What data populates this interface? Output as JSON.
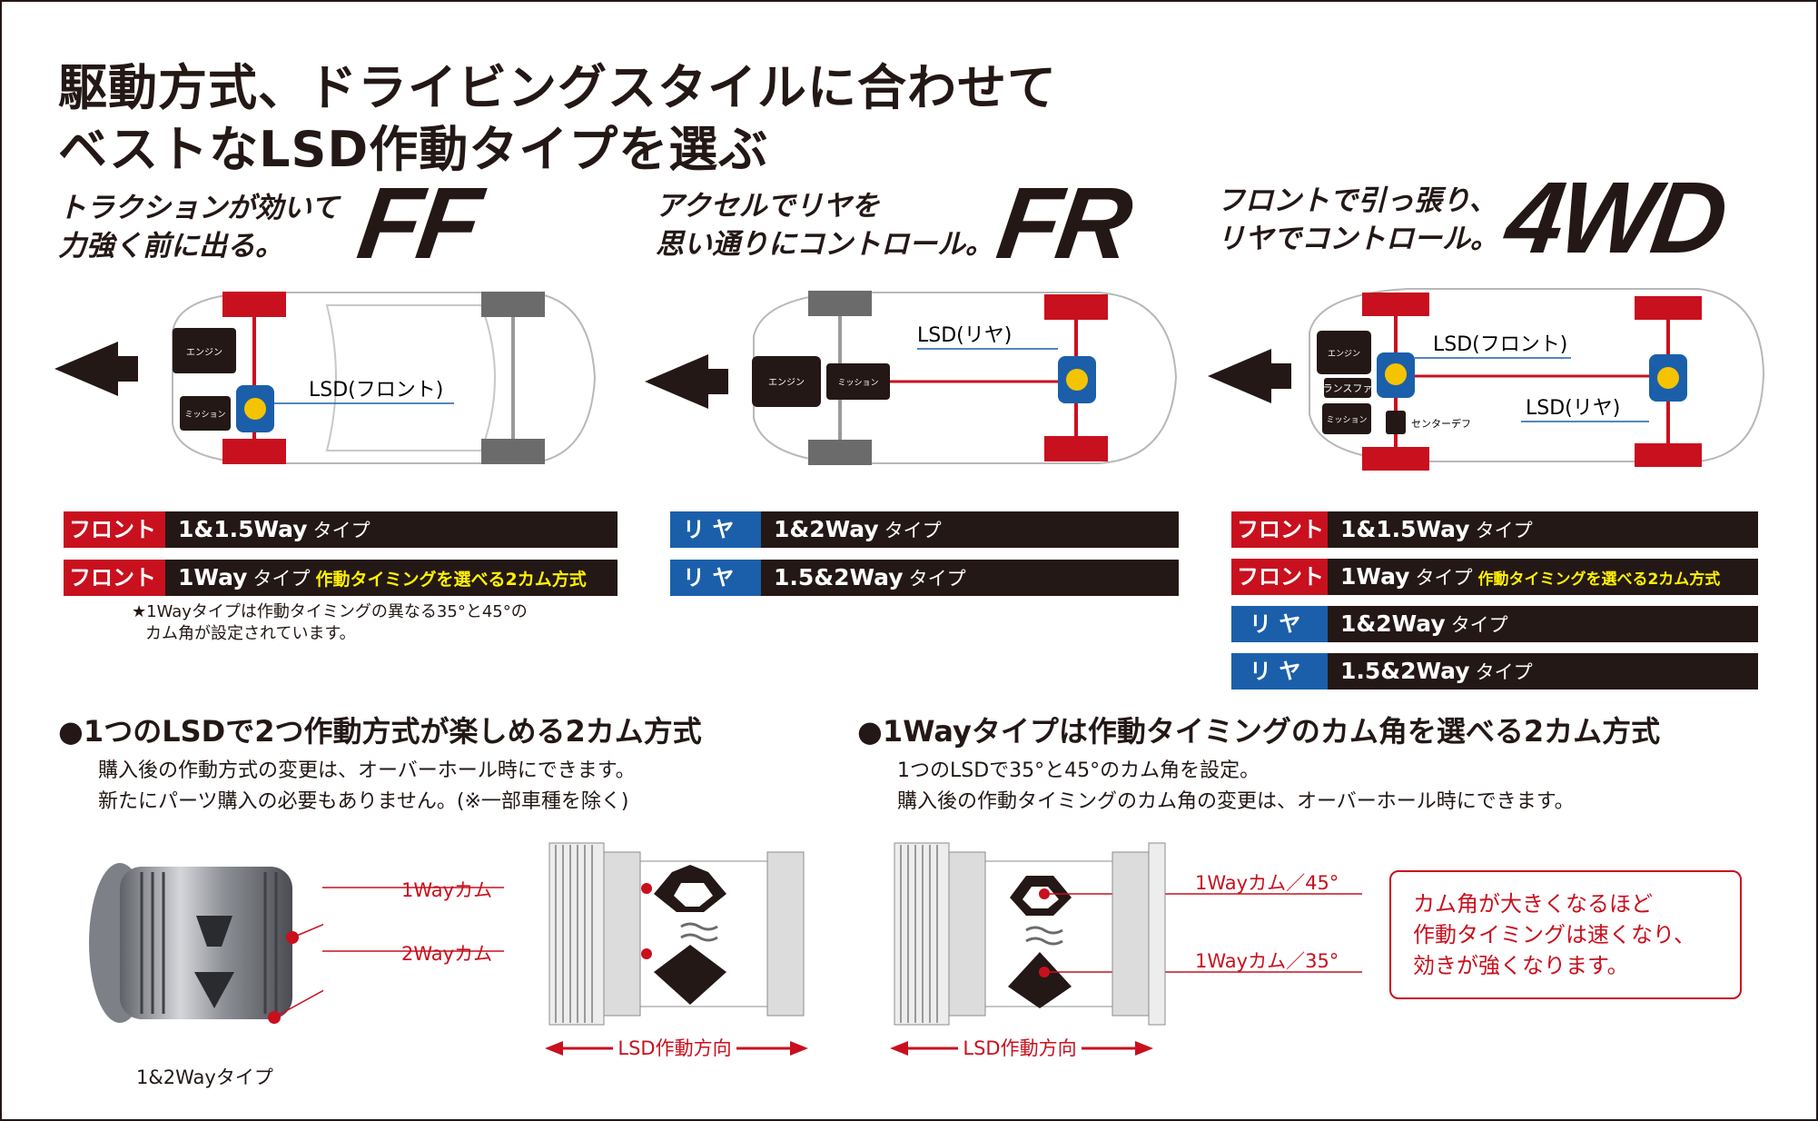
{
  "title": {
    "line1": "駆動方式、ドライビングスタイルに合わせて",
    "line2": "ベストなLSD作動タイプを選ぶ"
  },
  "ff": {
    "tagline1": "トラクションが効いて",
    "tagline2": "力強く前に出る。",
    "drive": "FF",
    "labels": {
      "engine": "エンジン",
      "mission": "ミッション",
      "lsd": "LSD(フロント)"
    },
    "rows": [
      {
        "tag": "フロント",
        "label": "1&1.5Way",
        "suffix": "タイプ",
        "note": ""
      },
      {
        "tag": "フロント",
        "label": "1Way",
        "suffix": "タイプ",
        "note": "作動タイミングを選べる2カム方式"
      }
    ],
    "footnote1": "★1Wayタイプは作動タイミングの異なる35°と45°の",
    "footnote2": "カム角が設定されています。"
  },
  "fr": {
    "tagline1": "アクセルでリヤを",
    "tagline2": "思い通りにコントロール。",
    "drive": "FR",
    "labels": {
      "engine": "エンジン",
      "mission": "ミッション",
      "lsd": "LSD(リヤ)"
    },
    "rows": [
      {
        "tag": "リ ヤ",
        "label": "1&2Way",
        "suffix": "タイプ"
      },
      {
        "tag": "リ ヤ",
        "label": "1.5&2Way",
        "suffix": "タイプ"
      }
    ]
  },
  "awd": {
    "tagline1": "フロントで引っ張り、",
    "tagline2": "リヤでコントロール。",
    "drive": "4WD",
    "labels": {
      "engine": "エンジン",
      "transfer": "トランスファー",
      "mission": "ミッション",
      "center": "センターデフ",
      "lsd_front": "LSD(フロント)",
      "lsd_rear": "LSD(リヤ)"
    },
    "rows": [
      {
        "tag": "フロント",
        "label": "1&1.5Way",
        "suffix": "タイプ",
        "note": ""
      },
      {
        "tag": "フロント",
        "label": "1Way",
        "suffix": "タイプ",
        "note": "作動タイミングを選べる2カム方式"
      },
      {
        "tag": "リ ヤ",
        "label": "1&2Way",
        "suffix": "タイプ",
        "note": ""
      },
      {
        "tag": "リ ヤ",
        "label": "1.5&2Way",
        "suffix": "タイプ",
        "note": ""
      }
    ]
  },
  "section_left": {
    "heading": "●1つのLSDで2つ作動方式が楽しめる2カム方式",
    "body1": "購入後の作動方式の変更は、オーバーホール時にできます。",
    "body2": "新たにパーツ購入の必要もありません。(※一部車種を除く)",
    "callout1": "1Wayカム",
    "callout2": "2Wayカム",
    "caption": "1&2Wayタイプ",
    "direction": "LSD作動方向"
  },
  "section_right": {
    "heading": "●1Wayタイプは作動タイミングのカム角を選べる2カム方式",
    "body1": "1つのLSDで35°と45°のカム角を設定。",
    "body2": "購入後の作動タイミングのカム角の変更は、オーバーホール時にできます。",
    "callout1": "1Wayカム／45°",
    "callout2": "1Wayカム／35°",
    "note1": "カム角が大きくなるほど",
    "note2": "作動タイミングは速くなり、",
    "note3": "効きが強くなります。",
    "direction": "LSD作動方向"
  },
  "colors": {
    "red": "#c9101e",
    "blue": "#1b5faa",
    "dark": "#231815",
    "yellow": "#fff100"
  }
}
